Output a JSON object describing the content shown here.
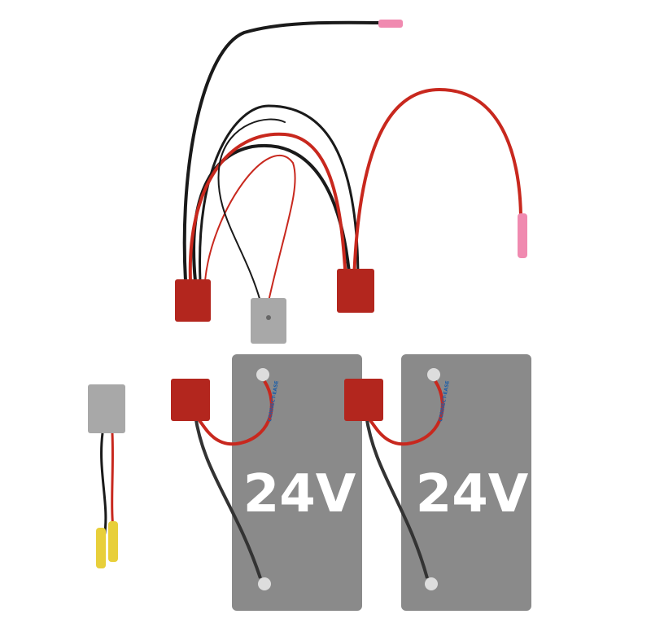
{
  "batteries": [
    {
      "voltage_label": "24V",
      "cable_label": "CONNECT-EASE"
    },
    {
      "voltage_label": "24V",
      "cable_label": "CONNECT-EASE"
    }
  ],
  "colors": {
    "red_wire": "#c8281e",
    "black_wire": "#1a1a1a",
    "battery": "#8a8a8a",
    "red_plug": "#b3261e",
    "gray_plug": "#a8a8a8",
    "terminal": "#f08ab0"
  }
}
